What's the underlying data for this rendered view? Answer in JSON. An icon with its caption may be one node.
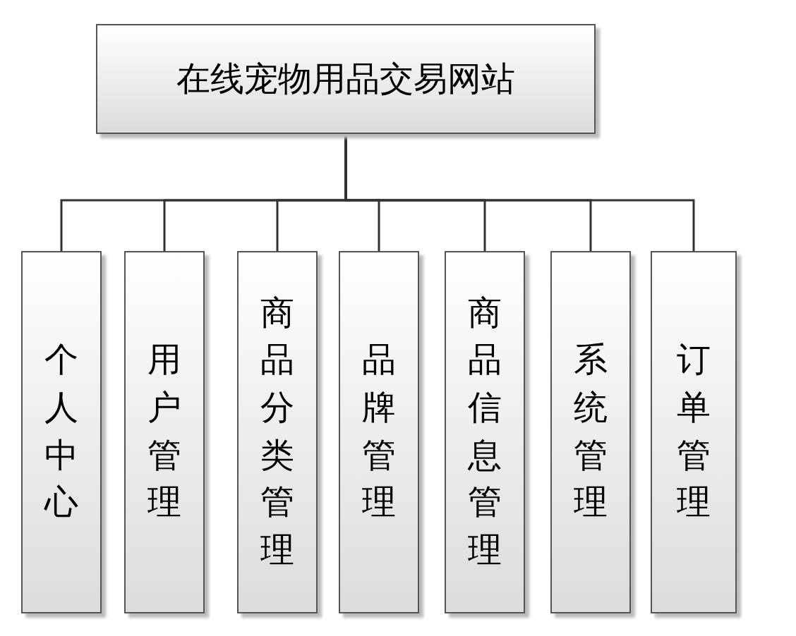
{
  "diagram": {
    "nodes": [
      {
        "text": [
          "在线宠物用品交易网站"
        ]
      },
      {
        "text": [
          "个人中心"
        ]
      },
      {
        "text": [
          "用户管理"
        ]
      },
      {
        "text": [
          "商品分类管理"
        ]
      },
      {
        "text": [
          "品牌管理"
        ]
      },
      {
        "text": [
          "商品信息管理"
        ]
      },
      {
        "text": [
          "系统管理"
        ]
      },
      {
        "text": [
          "订单管理"
        ]
      }
    ],
    "edges": [
      {
        "from": 0,
        "to": 1,
        "arrow": "none"
      },
      {
        "from": 0,
        "to": 2,
        "arrow": "none"
      },
      {
        "from": 0,
        "to": 3,
        "arrow": "none"
      },
      {
        "from": 0,
        "to": 4,
        "arrow": "none"
      },
      {
        "from": 0,
        "to": 5,
        "arrow": "none"
      },
      {
        "from": 0,
        "to": 6,
        "arrow": "none"
      },
      {
        "from": 0,
        "to": 7,
        "arrow": "none"
      }
    ]
  }
}
